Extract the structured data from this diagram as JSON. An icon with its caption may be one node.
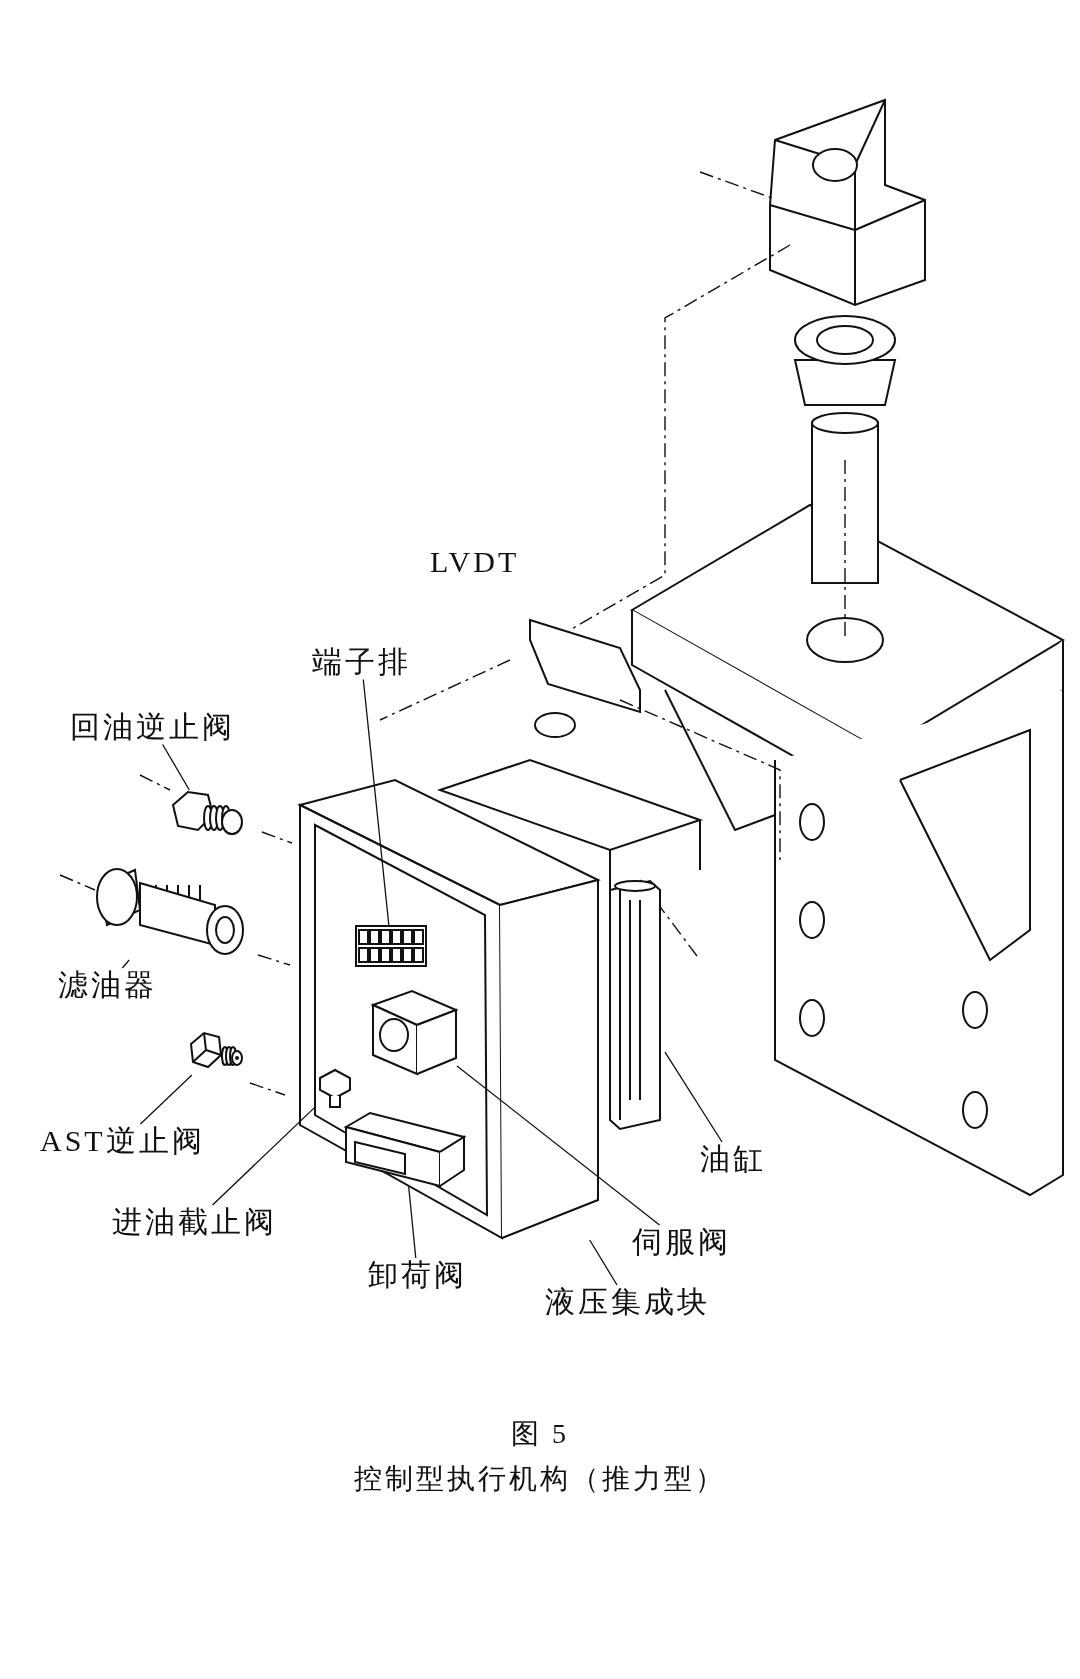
{
  "diagram": {
    "title": "图 5",
    "caption": "控制型执行机构（推力型）",
    "nodes": [
      {
        "text": [
          "端子排"
        ]
      },
      {
        "text": [
          "回油逆止阀"
        ]
      },
      {
        "text": [
          "滤油器"
        ]
      },
      {
        "text": [
          "AST逆止阀"
        ]
      },
      {
        "text": [
          "进油截止阀"
        ]
      },
      {
        "text": [
          "卸荷阀"
        ]
      },
      {
        "text": [
          "液压集成块"
        ]
      },
      {
        "text": [
          "伺服阀"
        ]
      },
      {
        "text": [
          "油缸"
        ]
      },
      {
        "text": [],
        "shape": "picture"
      },
      {
        "text": [],
        "shape": "picture",
        "in": 9
      },
      {
        "text": [],
        "shape": "picture"
      },
      {
        "text": [],
        "shape": "picture"
      },
      {
        "text": [],
        "shape": "picture"
      },
      {
        "text": [],
        "shape": "picture",
        "in": 9
      },
      {
        "text": [],
        "shape": "picture",
        "in": 9
      },
      {
        "text": [],
        "shape": "picture",
        "in": 9
      },
      {
        "text": [],
        "shape": "picture"
      }
    ],
    "edges": [
      {
        "from": 0,
        "to": 10,
        "arrow": "none"
      },
      {
        "from": 1,
        "to": 11,
        "arrow": "none"
      },
      {
        "from": 2,
        "to": 12,
        "arrow": "none"
      },
      {
        "from": 3,
        "to": 13,
        "arrow": "none"
      },
      {
        "from": 4,
        "to": 14,
        "arrow": "none"
      },
      {
        "from": 5,
        "to": 15,
        "arrow": "none"
      },
      {
        "from": 6,
        "to": 9,
        "arrow": "none"
      },
      {
        "from": 7,
        "to": 16,
        "arrow": "none"
      },
      {
        "from": 8,
        "to": 17,
        "arrow": "none"
      }
    ],
    "labels": [
      "LVDT"
    ]
  }
}
